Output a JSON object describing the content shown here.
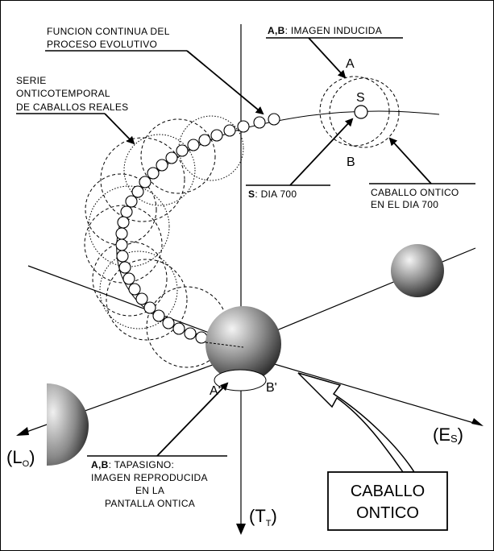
{
  "labels": {
    "funcion_line1": "FUNCION CONTINUA DEL",
    "funcion_line2": "PROCESO EVOLUTIVO",
    "serie_line1": "SERIE",
    "serie_line2": "ONTICOTEMPORAL",
    "serie_line3": "DE CABALLOS REALES",
    "ab_bold": "A,B",
    "ab_text": ": IMAGEN INDUCIDA",
    "point_A": "A",
    "point_S": "S",
    "point_B": "B",
    "s_bold": "S",
    "s_text": ": DIA 700",
    "caballo700_line1": "CABALLO ONTICO",
    "caballo700_line2": "EN EL DIA 700",
    "point_A_prime": "A'",
    "point_B_prime": "B'",
    "tapasigno_bold": "A,B",
    "tapasigno_text": ": TAPASIGNO:",
    "tapasigno_line2": "IMAGEN REPRODUCIDA",
    "tapasigno_line3": "EN LA",
    "tapasigno_line4": "PANTALLA ONTICA",
    "box_line1": "CABALLO",
    "box_line2": "ONTICO"
  },
  "axes": {
    "lo_main": "(L",
    "lo_sub": "O",
    "lo_close": ")",
    "es_main": "(E",
    "es_sub": "S",
    "es_close": ")",
    "tt_main": "(T",
    "tt_sub": "T",
    "tt_close": ")"
  },
  "colors": {
    "line": "#000000",
    "sphere_light": "#f4f4f4",
    "sphere_dark": "#2a2a2a",
    "background": "#ffffff"
  }
}
